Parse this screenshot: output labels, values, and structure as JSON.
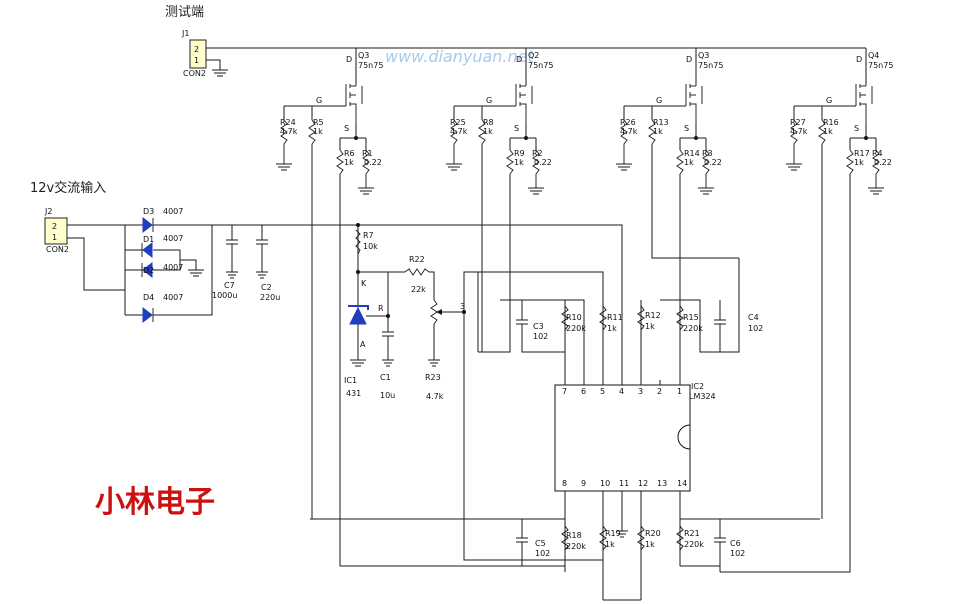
{
  "title_test_port": "测试端",
  "title_ac_input": "12v交流输入",
  "brand": "小林电子",
  "watermark": "www.dianyuan.net",
  "connectors": [
    {
      "ref": "J1",
      "type": "CON2",
      "pins": [
        "2",
        "1"
      ]
    },
    {
      "ref": "J2",
      "type": "CON2",
      "pins": [
        "2",
        "1"
      ]
    }
  ],
  "diodes": [
    {
      "ref": "D3",
      "value": "4007"
    },
    {
      "ref": "D1",
      "value": "4007"
    },
    {
      "ref": "D2",
      "value": "4007"
    },
    {
      "ref": "D4",
      "value": "4007"
    }
  ],
  "caps": {
    "c7": {
      "ref": "C7",
      "value": "1000u"
    },
    "c2": {
      "ref": "C2",
      "value": "220u"
    },
    "c1": {
      "ref": "C1",
      "value": "10u"
    },
    "c3": {
      "ref": "C3",
      "value": "102"
    },
    "c4": {
      "ref": "C4",
      "value": "102"
    },
    "c5": {
      "ref": "C5",
      "value": "102"
    },
    "c6": {
      "ref": "C6",
      "value": "102"
    }
  },
  "mosfets": [
    {
      "ref": "Q3",
      "part": "75n75",
      "gate_res": "R24",
      "gate_res_val": "4.7k",
      "ser_res": "R5",
      "ser_res_val": "1k",
      "src_res": "R6",
      "src_res_val": "1k",
      "sense": "R1",
      "sense_val": "0.22"
    },
    {
      "ref": "Q2",
      "part": "75n75",
      "gate_res": "R25",
      "gate_res_val": "4.7k",
      "ser_res": "R8",
      "ser_res_val": "1k",
      "src_res": "R9",
      "src_res_val": "1k",
      "sense": "R2",
      "sense_val": "0.22"
    },
    {
      "ref": "Q3",
      "part": "75n75",
      "gate_res": "R26",
      "gate_res_val": "4.7k",
      "ser_res": "R13",
      "ser_res_val": "1k",
      "src_res": "R14",
      "src_res_val": "1k",
      "sense": "R3",
      "sense_val": "0.22"
    },
    {
      "ref": "Q4",
      "part": "75n75",
      "gate_res": "R27",
      "gate_res_val": "4.7k",
      "ser_res": "R16",
      "ser_res_val": "1k",
      "src_res": "R17",
      "src_res_val": "1k",
      "sense": "R4",
      "sense_val": "0.22"
    }
  ],
  "pin_labels": {
    "d": "D",
    "g": "G",
    "s": "S",
    "k": "K",
    "r": "R",
    "a": "A"
  },
  "ref_parts": {
    "r7": {
      "ref": "R7",
      "value": "10k"
    },
    "r22": {
      "ref": "R22",
      "value": "22k"
    },
    "r23": {
      "ref": "R23",
      "value": "4.7k"
    },
    "ic1": {
      "ref": "IC1",
      "value": "431"
    },
    "ic2": {
      "ref": "IC2",
      "value": "LM324"
    }
  },
  "op_resistors": {
    "r10": {
      "ref": "R10",
      "value": "220k"
    },
    "r11": {
      "ref": "R11",
      "value": "1k"
    },
    "r12": {
      "ref": "R12",
      "value": "1k"
    },
    "r15": {
      "ref": "R15",
      "value": "220k"
    },
    "r18": {
      "ref": "R18",
      "value": "220k"
    },
    "r19": {
      "ref": "R19",
      "value": "1k"
    },
    "r20": {
      "ref": "R20",
      "value": "1k"
    },
    "r21": {
      "ref": "R21",
      "value": "220k"
    }
  },
  "ic_pins_top": [
    "7",
    "6",
    "5",
    "4",
    "3",
    "2",
    "1"
  ],
  "ic_pins_bottom": [
    "8",
    "9",
    "10",
    "11",
    "12",
    "13",
    "14"
  ],
  "wiper_label": "3"
}
